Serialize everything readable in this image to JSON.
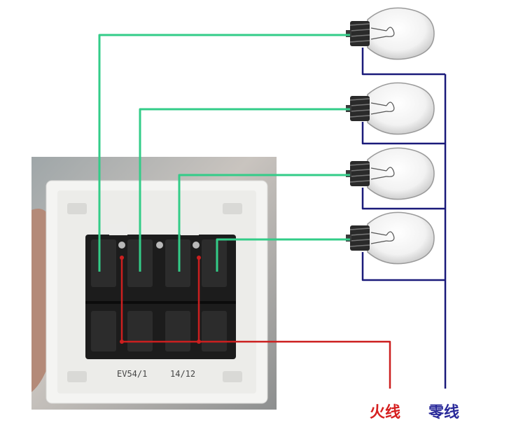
{
  "labels": {
    "live_wire": "火线",
    "neutral_wire": "零线"
  },
  "switch_markings": {
    "model": "EV54/1",
    "rating": "14/12"
  },
  "colors": {
    "switched_wire": "#33cc88",
    "live_wire": "#cc1f1f",
    "neutral_wire": "#1a1a7a",
    "live_label": "#d62020",
    "neutral_label": "#2a2a9a"
  },
  "counts": {
    "bulbs": 4,
    "switch_gangs": 4
  }
}
